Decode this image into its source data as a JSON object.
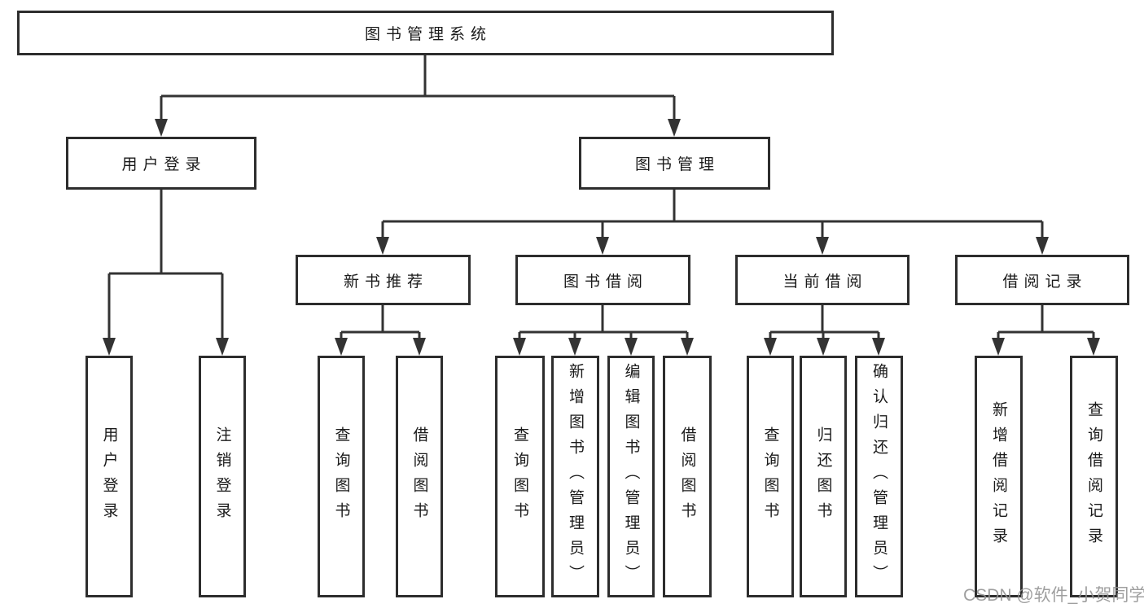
{
  "colors": {
    "line": "#333333",
    "box_border": "#2d2d2d",
    "text": "#1a1a1a",
    "background": "#ffffff",
    "watermark": "#929292"
  },
  "watermark": {
    "text": "CSDN @软件_小贺同学"
  },
  "tree": {
    "label": "图书管理系统",
    "children": [
      {
        "label": "用户登录",
        "children": [
          {
            "label": "用户登录"
          },
          {
            "label": "注销登录"
          }
        ]
      },
      {
        "label": "图书管理",
        "children": [
          {
            "label": "新书推荐",
            "children": [
              {
                "label": "查询图书"
              },
              {
                "label": "借阅图书"
              }
            ]
          },
          {
            "label": "图书借阅",
            "children": [
              {
                "label": "查询图书"
              },
              {
                "label": "新增图书（管理员）"
              },
              {
                "label": "编辑图书（管理员）"
              },
              {
                "label": "借阅图书"
              }
            ]
          },
          {
            "label": "当前借阅",
            "children": [
              {
                "label": "查询图书"
              },
              {
                "label": "归还图书"
              },
              {
                "label": "确认归还（管理员）"
              }
            ]
          },
          {
            "label": "借阅记录",
            "children": [
              {
                "label": "新增借阅记录"
              },
              {
                "label": "查询借阅记录"
              }
            ]
          }
        ]
      }
    ]
  }
}
